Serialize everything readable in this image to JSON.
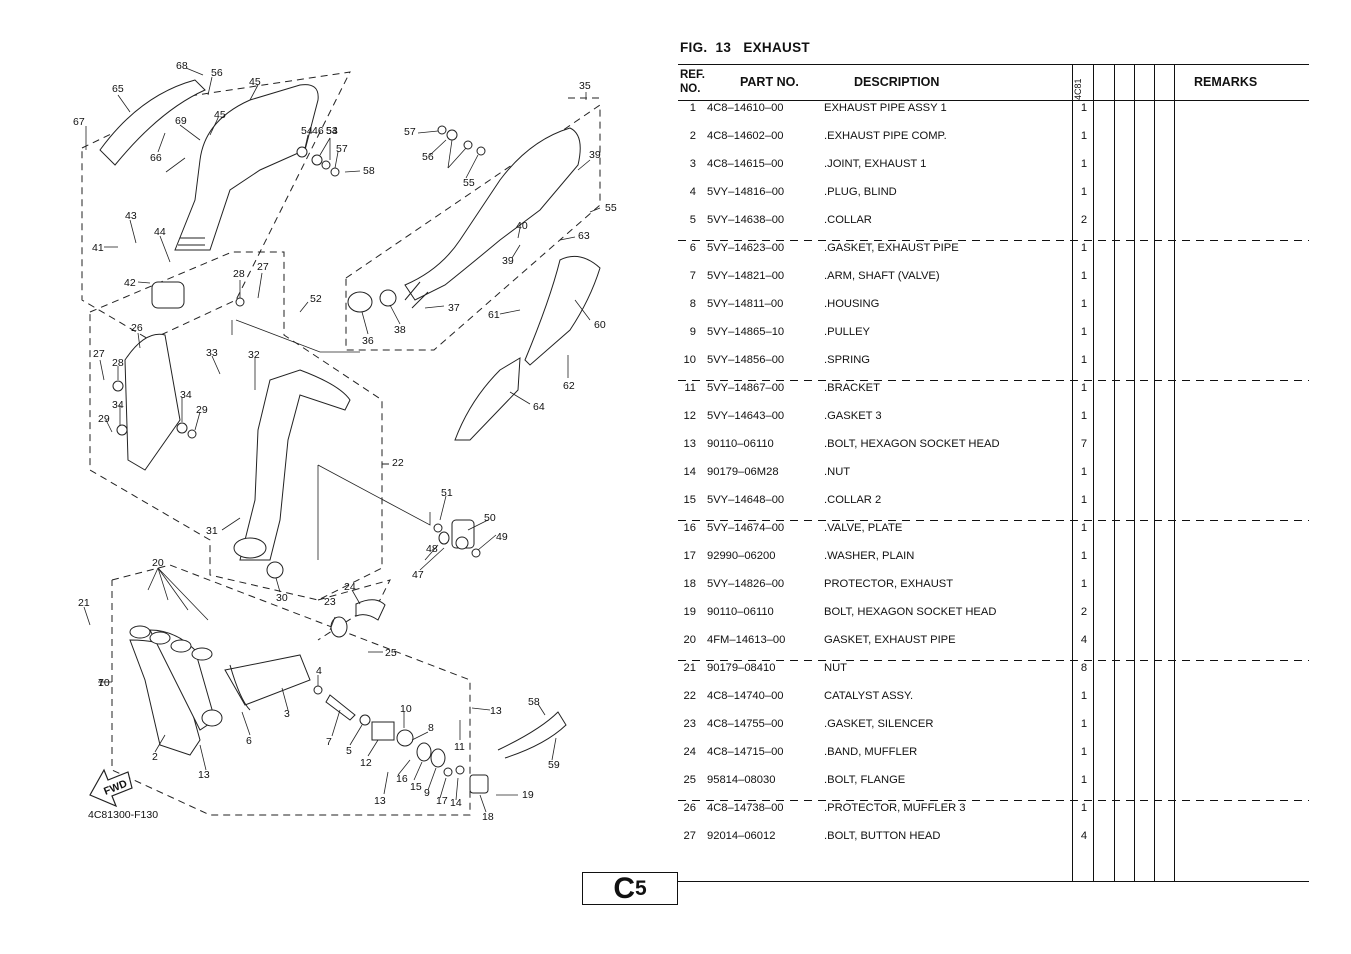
{
  "figure": {
    "title": "FIG.  13   EXHAUST",
    "drawing_code": "4C81300-F130",
    "fwd_label": "FWD",
    "page_code_letter": "C",
    "page_code_number": "5"
  },
  "table": {
    "headers": {
      "ref_line1": "REF.",
      "ref_line2": "NO.",
      "part_no": "PART NO.",
      "description": "DESCRIPTION",
      "model": "4C81",
      "remarks": "REMARKS"
    },
    "rows": [
      {
        "ref": "1",
        "part": "4C8–14610–00",
        "desc": "EXHAUST PIPE ASSY 1",
        "qty": "1"
      },
      {
        "ref": "2",
        "part": "4C8–14602–00",
        "desc": ".EXHAUST PIPE COMP.",
        "qty": "1"
      },
      {
        "ref": "3",
        "part": "4C8–14615–00",
        "desc": ".JOINT, EXHAUST 1",
        "qty": "1"
      },
      {
        "ref": "4",
        "part": "5VY–14816–00",
        "desc": ".PLUG, BLIND",
        "qty": "1"
      },
      {
        "ref": "5",
        "part": "5VY–14638–00",
        "desc": ".COLLAR",
        "qty": "2"
      },
      {
        "ref": "6",
        "part": "5VY–14623–00",
        "desc": ".GASKET, EXHAUST PIPE",
        "qty": "1"
      },
      {
        "ref": "7",
        "part": "5VY–14821–00",
        "desc": ".ARM, SHAFT (VALVE)",
        "qty": "1"
      },
      {
        "ref": "8",
        "part": "5VY–14811–00",
        "desc": ".HOUSING",
        "qty": "1"
      },
      {
        "ref": "9",
        "part": "5VY–14865–10",
        "desc": ".PULLEY",
        "qty": "1"
      },
      {
        "ref": "10",
        "part": "5VY–14856–00",
        "desc": ".SPRING",
        "qty": "1"
      },
      {
        "ref": "11",
        "part": "5VY–14867–00",
        "desc": ".BRACKET",
        "qty": "1"
      },
      {
        "ref": "12",
        "part": "5VY–14643–00",
        "desc": ".GASKET 3",
        "qty": "1"
      },
      {
        "ref": "13",
        "part": "90110–06110",
        "desc": ".BOLT, HEXAGON SOCKET HEAD",
        "qty": "7"
      },
      {
        "ref": "14",
        "part": "90179–06M28",
        "desc": ".NUT",
        "qty": "1"
      },
      {
        "ref": "15",
        "part": "5VY–14648–00",
        "desc": ".COLLAR 2",
        "qty": "1"
      },
      {
        "ref": "16",
        "part": "5VY–14674–00",
        "desc": ".VALVE, PLATE",
        "qty": "1"
      },
      {
        "ref": "17",
        "part": "92990–06200",
        "desc": ".WASHER, PLAIN",
        "qty": "1"
      },
      {
        "ref": "18",
        "part": "5VY–14826–00",
        "desc": "PROTECTOR, EXHAUST",
        "qty": "1"
      },
      {
        "ref": "19",
        "part": "90110–06110",
        "desc": "BOLT, HEXAGON SOCKET HEAD",
        "qty": "2"
      },
      {
        "ref": "20",
        "part": "4FM–14613–00",
        "desc": "GASKET, EXHAUST PIPE",
        "qty": "4"
      },
      {
        "ref": "21",
        "part": "90179–08410",
        "desc": "NUT",
        "qty": "8"
      },
      {
        "ref": "22",
        "part": "4C8–14740–00",
        "desc": "CATALYST ASSY.",
        "qty": "1"
      },
      {
        "ref": "23",
        "part": "4C8–14755–00",
        "desc": ".GASKET, SILENCER",
        "qty": "1"
      },
      {
        "ref": "24",
        "part": "4C8–14715–00",
        "desc": ".BAND, MUFFLER",
        "qty": "1"
      },
      {
        "ref": "25",
        "part": "95814–08030",
        "desc": ".BOLT, FLANGE",
        "qty": "1"
      },
      {
        "ref": "26",
        "part": "4C8–14738–00",
        "desc": ".PROTECTOR, MUFFLER 3",
        "qty": "1"
      },
      {
        "ref": "27",
        "part": "92014–06012",
        "desc": ".BOLT, BUTTON HEAD",
        "qty": "4"
      }
    ]
  },
  "callouts": [
    "1",
    "2",
    "3",
    "4",
    "5",
    "6",
    "7",
    "8",
    "10",
    "11",
    "12",
    "13",
    "13",
    "13",
    "14",
    "15",
    "16",
    "17",
    "9",
    "18",
    "19",
    "20",
    "21",
    "22",
    "23",
    "24",
    "25",
    "26",
    "27",
    "27",
    "28",
    "28",
    "29",
    "29",
    "30",
    "31",
    "32",
    "33",
    "34",
    "34",
    "35",
    "36",
    "37",
    "38",
    "39",
    "39",
    "40",
    "41",
    "42",
    "43",
    "44",
    "45",
    "45",
    "46",
    "47",
    "48",
    "49",
    "50",
    "51",
    "52",
    "53",
    "54",
    "54",
    "55",
    "55",
    "56",
    "56",
    "57",
    "57",
    "58",
    "58",
    "59",
    "60",
    "61",
    "62",
    "63",
    "64",
    "65",
    "66",
    "67",
    "68",
    "69",
    "70"
  ]
}
